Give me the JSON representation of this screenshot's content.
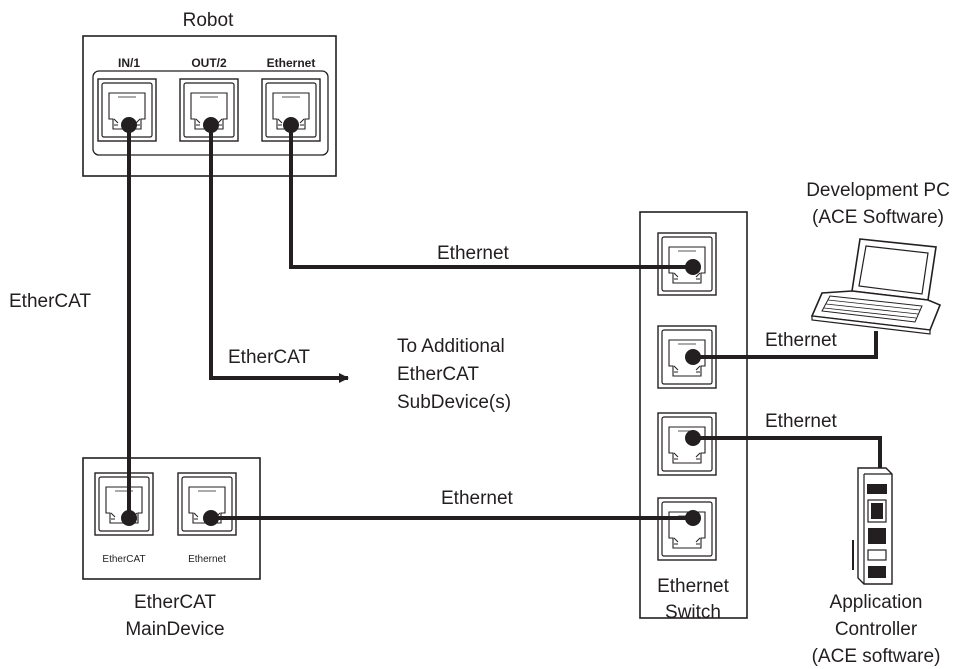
{
  "robot": {
    "title": "Robot",
    "ports": [
      "IN/1",
      "OUT/2",
      "Ethernet"
    ]
  },
  "main_device": {
    "title_line1": "EtherCAT",
    "title_line2": "MainDevice",
    "ports": [
      "EtherCAT",
      "Ethernet"
    ]
  },
  "switch": {
    "title_line1": "Ethernet",
    "title_line2": "Switch"
  },
  "dev_pc": {
    "line1": "Development PC",
    "line2": "(ACE Software)"
  },
  "app_controller": {
    "line1": "Application",
    "line2": "Controller",
    "line3": "(ACE software)"
  },
  "connections": {
    "ethercat_main": "EtherCAT",
    "ethercat_out": "EtherCAT",
    "ethernet_robot": "Ethernet",
    "ethernet_pc": "Ethernet",
    "ethernet_controller": "Ethernet",
    "ethernet_main": "Ethernet"
  },
  "additional": {
    "line1": "To Additional",
    "line2": "EtherCAT",
    "line3": "SubDevice(s)"
  }
}
